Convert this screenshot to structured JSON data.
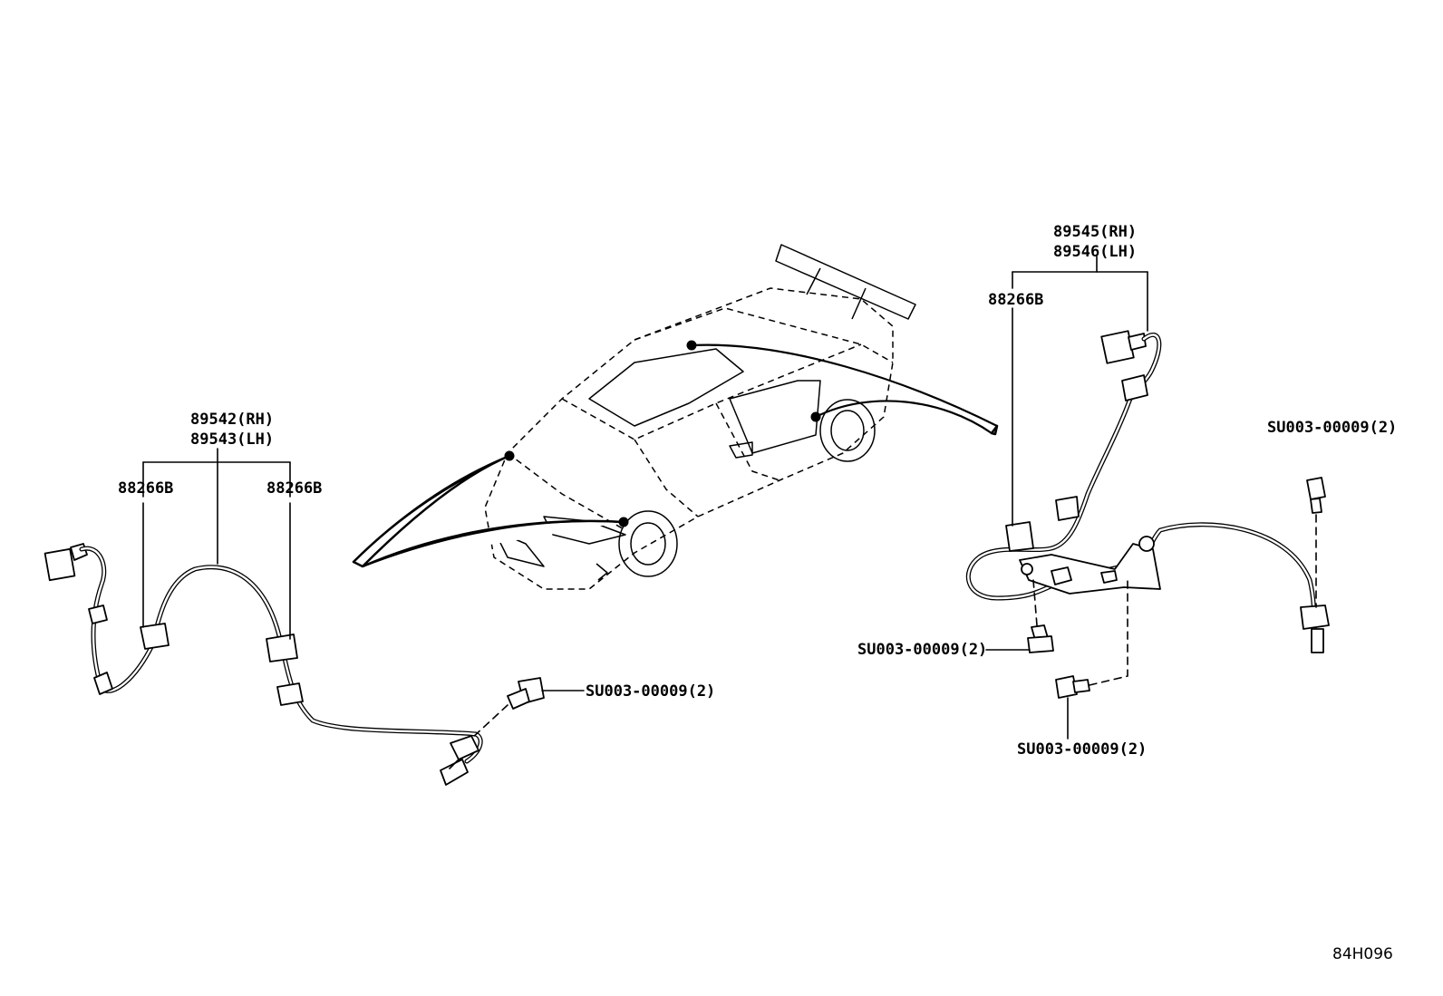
{
  "labels": {
    "front_sensor_rh": "89542(RH)",
    "front_sensor_lh": "89543(LH)",
    "front_clamp_left": "88266B",
    "front_clamp_right": "88266B",
    "front_bolt": "SU003-00009(2)",
    "rear_sensor_rh": "89545(RH)",
    "rear_sensor_lh": "89546(LH)",
    "rear_clamp": "88266B",
    "rear_bolt_right": "SU003-00009(2)",
    "rear_bolt_middle": "SU003-00009(2)",
    "rear_bolt_bottom": "SU003-00009(2)",
    "diagram_code": "84H096"
  }
}
